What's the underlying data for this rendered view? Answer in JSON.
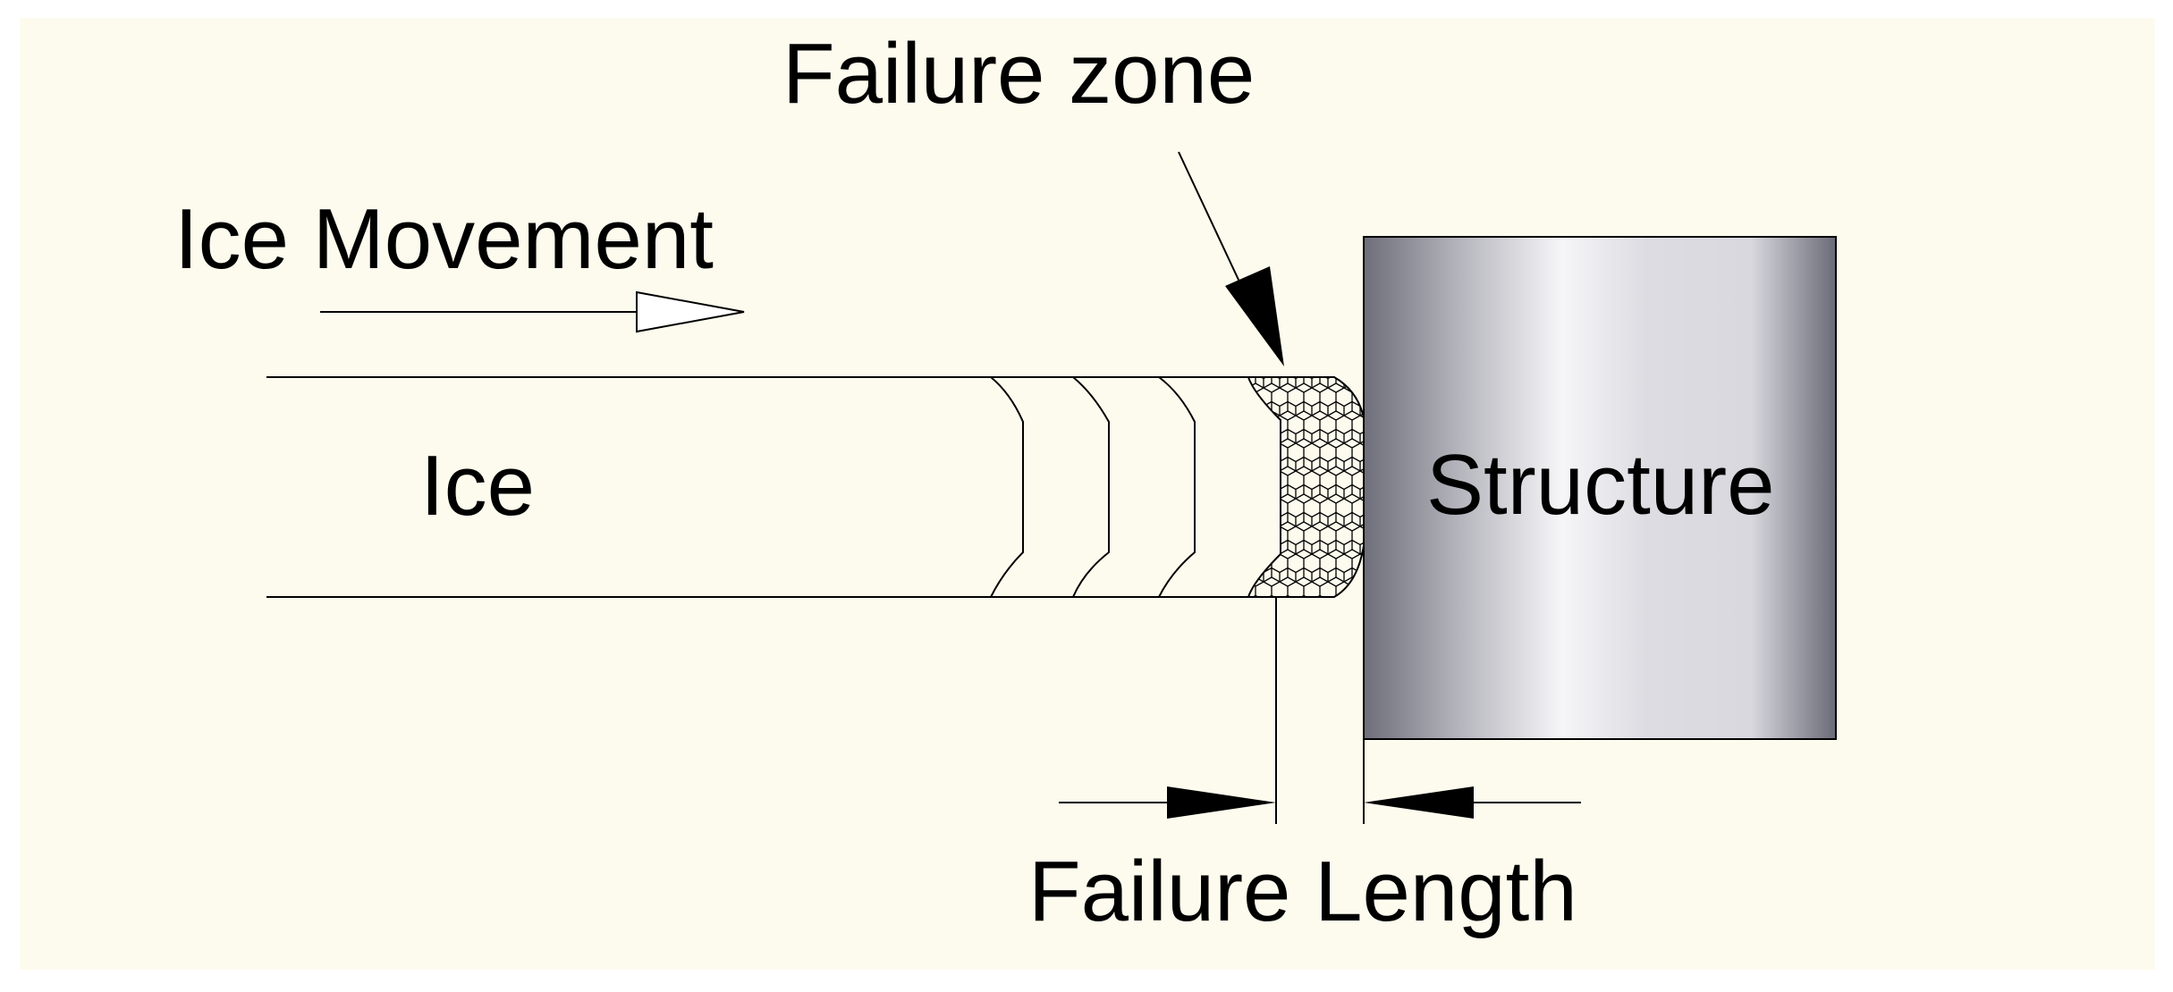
{
  "labels": {
    "failure_zone": "Failure zone",
    "ice_movement": "Ice Movement",
    "ice": "Ice",
    "structure": "Structure",
    "failure_length": "Failure Length"
  },
  "colors": {
    "background": "#fdfbee",
    "outer_margin": "#ffffff",
    "line": "#000000",
    "structure_dark": "#6b6b78",
    "structure_light": "#f6f6f8"
  }
}
